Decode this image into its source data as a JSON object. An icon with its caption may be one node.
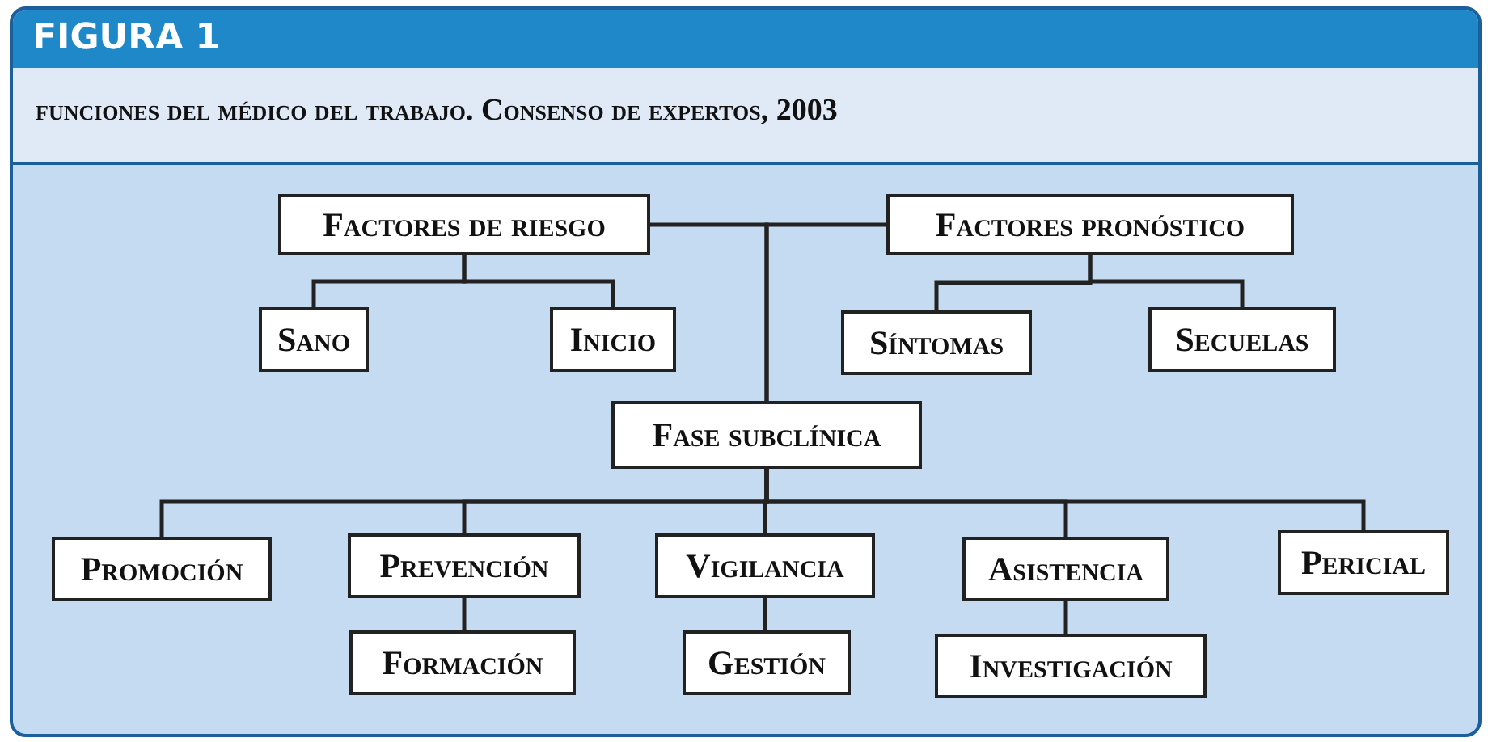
{
  "diagram": {
    "title": "FIGURA 1",
    "caption": "funciones del médico del trabajo. Consenso de expertos, 2003",
    "nodes": [
      {
        "text": [
          "Factores de riesgo"
        ]
      },
      {
        "text": [
          "Factores pronóstico"
        ]
      },
      {
        "text": [
          "Sano"
        ]
      },
      {
        "text": [
          "Inicio"
        ]
      },
      {
        "text": [
          "Síntomas"
        ]
      },
      {
        "text": [
          "Secuelas"
        ]
      },
      {
        "text": [
          "Fase subclínica"
        ]
      },
      {
        "text": [
          "Promoción"
        ]
      },
      {
        "text": [
          "Prevención"
        ]
      },
      {
        "text": [
          "Vigilancia"
        ]
      },
      {
        "text": [
          "Asistencia"
        ]
      },
      {
        "text": [
          "Pericial"
        ]
      },
      {
        "text": [
          "Formación"
        ]
      },
      {
        "text": [
          "Gestión"
        ]
      },
      {
        "text": [
          "Investigación"
        ]
      }
    ],
    "edges": [
      {
        "from": 0,
        "to": 6,
        "arrow": "none"
      },
      {
        "from": 1,
        "to": 6,
        "arrow": "none"
      },
      {
        "from": 0,
        "to": 2,
        "arrow": "none"
      },
      {
        "from": 0,
        "to": 3,
        "arrow": "none"
      },
      {
        "from": 1,
        "to": 4,
        "arrow": "none"
      },
      {
        "from": 1,
        "to": 5,
        "arrow": "none"
      },
      {
        "from": 6,
        "to": 7,
        "arrow": "none"
      },
      {
        "from": 6,
        "to": 8,
        "arrow": "none"
      },
      {
        "from": 6,
        "to": 9,
        "arrow": "none"
      },
      {
        "from": 6,
        "to": 10,
        "arrow": "none"
      },
      {
        "from": 6,
        "to": 11,
        "arrow": "none"
      },
      {
        "from": 8,
        "to": 12,
        "arrow": "none"
      },
      {
        "from": 9,
        "to": 13,
        "arrow": "none"
      },
      {
        "from": 10,
        "to": 14,
        "arrow": "none"
      }
    ]
  }
}
